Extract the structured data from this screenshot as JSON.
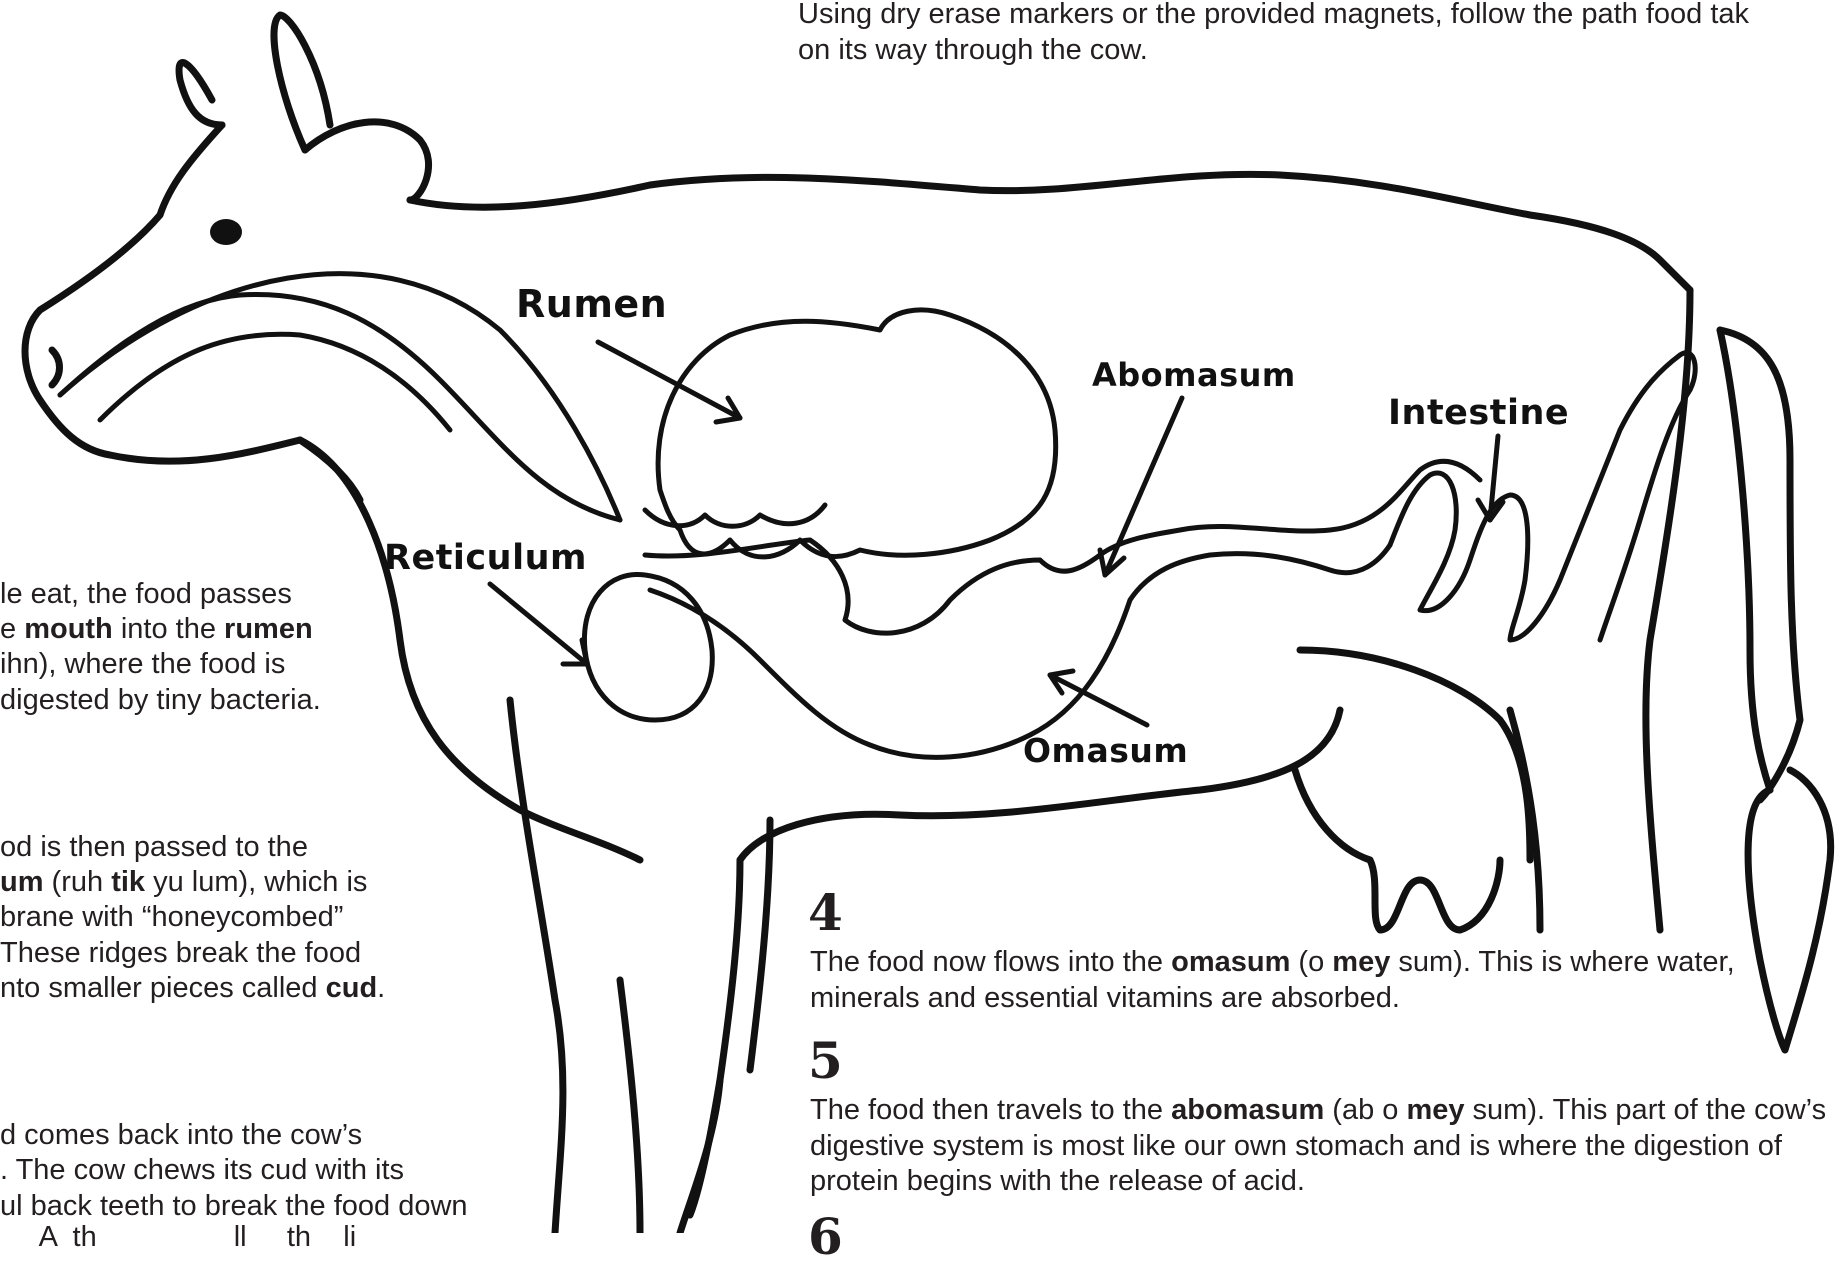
{
  "instructions": {
    "line1": "Using dry erase markers or the provided magnets, follow the path food tak",
    "line2": "on its way through the cow."
  },
  "labels": {
    "rumen": "Rumen",
    "reticulum": "Reticulum",
    "abomasum": "Abomasum",
    "intestine": "Intestine",
    "omasum": "Omasum"
  },
  "steps": {
    "s1": {
      "l1": "le eat, the food passes",
      "l2a": "e ",
      "l2b": "mouth",
      "l2c": " into the ",
      "l2d": "rumen",
      "l3": "ihn), where the food is",
      "l4": "digested by tiny bacteria."
    },
    "s2": {
      "l1": "od is then passed to the",
      "l2a": "um",
      "l2b": " (ruh ",
      "l2c": "tik",
      "l2d": " yu lum), which is",
      "l3": "brane with “honeycombed”",
      "l4": " These ridges break the food",
      "l5a": "nto smaller pieces called ",
      "l5b": "cud",
      "l5c": "."
    },
    "s3": {
      "l1": "d comes back into the cow’s",
      "l2": ". The cow chews its cud with its",
      "l3": "ul back teeth to break the food down",
      "l4": "     A  th                 ll     th    li"
    },
    "s4": {
      "number": "4",
      "l1a": "The food now flows into the ",
      "l1b": "omasum",
      "l1c": " (o ",
      "l1d": "mey",
      "l1e": " sum). This is where water,",
      "l2": "minerals and essential vitamins are absorbed."
    },
    "s5": {
      "number": "5",
      "l1a": "The food then travels to the ",
      "l1b": "abomasum",
      "l1c": " (ab o ",
      "l1d": "mey",
      "l1e": " sum). This part of the cow’s",
      "l2": "digestive system is most like our own stomach and is where the digestion of",
      "l3": "protein begins with the release of acid."
    },
    "s6": {
      "number": "6"
    }
  }
}
